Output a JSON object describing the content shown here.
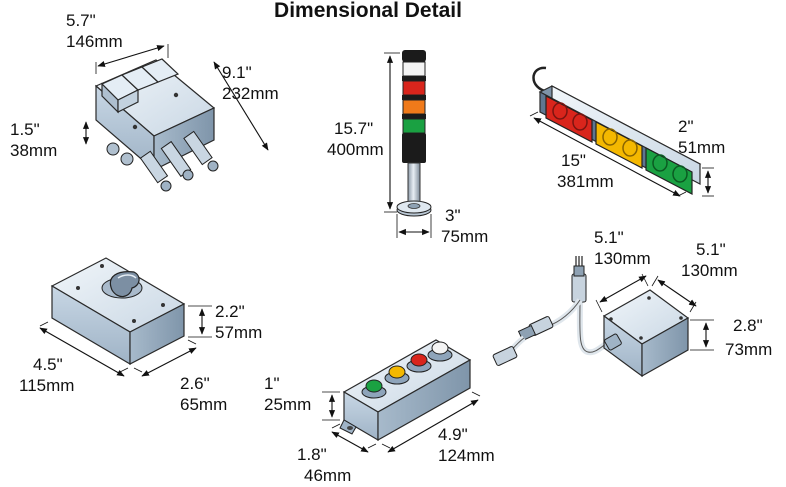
{
  "title": "Dimensional Detail",
  "items": {
    "manifold": {
      "width": [
        "5.7\"",
        "146mm"
      ],
      "length": [
        "9.1\"",
        "232mm"
      ],
      "height": [
        "1.5\"",
        "38mm"
      ]
    },
    "tower": {
      "height": [
        "15.7\"",
        "400mm"
      ],
      "base": [
        "3\"",
        "75mm"
      ]
    },
    "indicator_strip": {
      "length": [
        "15\"",
        "381mm"
      ],
      "height": [
        "2\"",
        "51mm"
      ]
    },
    "switch_box": {
      "length": [
        "4.5\"",
        "115mm"
      ],
      "width": [
        "2.6\"",
        "65mm"
      ],
      "height": [
        "2.2\"",
        "57mm"
      ]
    },
    "button_station": {
      "height": [
        "1\"",
        "25mm"
      ],
      "width": [
        "1.8\"",
        "46mm"
      ],
      "length": [
        "4.9\"",
        "124mm"
      ]
    },
    "junction_box": {
      "width_a": [
        "5.1\"",
        "130mm"
      ],
      "width_b": [
        "5.1\"",
        "130mm"
      ],
      "height": [
        "2.8\"",
        "73mm"
      ]
    }
  },
  "colors": {
    "body_light": "#dfe9f2",
    "body_mid": "#b7c8d8",
    "body_dark": "#8ea4ba",
    "red": "#d9251c",
    "amber": "#f4b800",
    "green": "#1aa142",
    "orange": "#f07a1a",
    "white_lamp": "#f4f4f4",
    "black": "#1b1b1b"
  }
}
